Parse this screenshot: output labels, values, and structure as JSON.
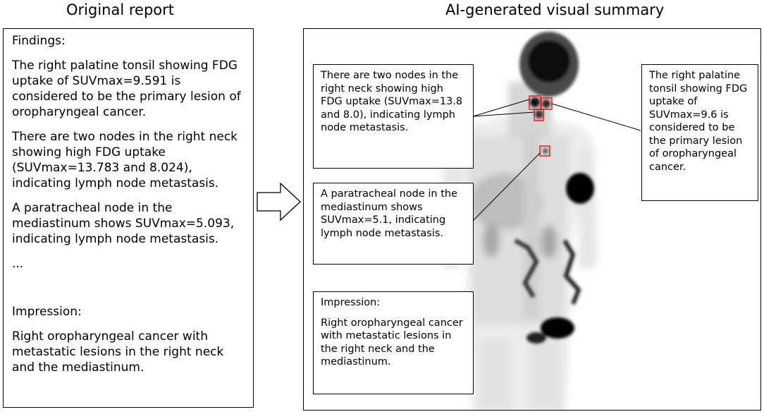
{
  "headings": {
    "left": "Original report",
    "right": "AI-generated visual summary"
  },
  "report": {
    "findings_label": "Findings:",
    "paragraphs": [
      "The right palatine tonsil showing FDG uptake of SUVmax=9.591 is considered to be the primary lesion of oropharyngeal cancer.",
      "There are two nodes in the right neck showing high FDG uptake (SUVmax=13.783 and 8.024), indicating lymph node metastasis.",
      "A paratracheal node in the mediastinum shows SUVmax=5.093, indicating lymph node metastasis."
    ],
    "ellipsis": "...",
    "impression_label": "Impression:",
    "impression": "Right oropharyngeal cancer with metastatic lesions in the right neck and the mediastinum."
  },
  "summary": {
    "callouts": {
      "neck_nodes": "There are two nodes in the right neck showing high FDG uptake (SUVmax=13.8 and 8.0), indicating lymph node metastasis.",
      "tonsil": "The right palatine tonsil showing FDG uptake of SUVmax=9.6 is considered to be the primary lesion of oropharyngeal cancer.",
      "paratracheal": "A paratracheal node in the mediastinum shows SUVmax=5.1, indicating lymph node metastasis.",
      "impression_label": "Impression:",
      "impression": "Right oropharyngeal cancer with metastatic lesions in the right neck and the mediastinum."
    },
    "lesion_box_color": "#e02020"
  }
}
